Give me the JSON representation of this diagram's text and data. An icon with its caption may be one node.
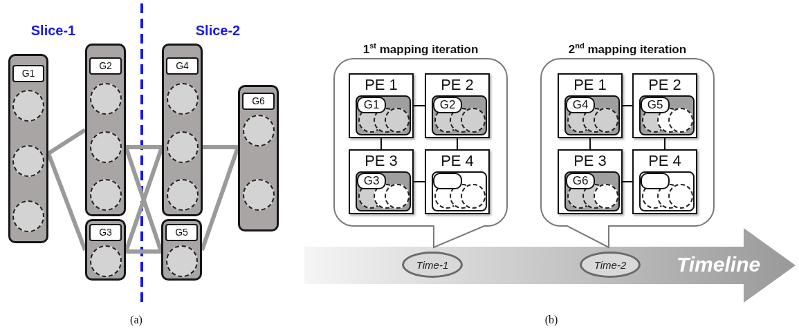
{
  "diagram": {
    "nodes": [
      {
        "text": [
          "G1"
        ]
      },
      {
        "text": [
          "G2"
        ]
      },
      {
        "text": [
          "G3"
        ]
      },
      {
        "text": [
          "G4"
        ]
      },
      {
        "text": [
          "G5"
        ]
      },
      {
        "text": [
          "G6"
        ]
      },
      {
        "text": [
          "1$^{st}$ mapping iteration"
        ]
      },
      {
        "text": [
          "PE 1"
        ],
        "in": 6
      },
      {
        "text": [
          "G1"
        ],
        "in": 7
      },
      {
        "text": [
          "PE 2"
        ],
        "in": 6
      },
      {
        "text": [
          "G2"
        ],
        "in": 9
      },
      {
        "text": [
          "PE 3"
        ],
        "in": 6
      },
      {
        "text": [
          "G3"
        ],
        "in": 11
      },
      {
        "text": [
          "PE 4"
        ],
        "in": 6
      },
      {
        "text": [],
        "shape": "box",
        "in": 13
      },
      {
        "text": [
          "2$^{nd}$ mapping iteration"
        ]
      },
      {
        "text": [
          "PE 1"
        ],
        "in": 15
      },
      {
        "text": [
          "G4"
        ],
        "in": 16
      },
      {
        "text": [
          "PE 2"
        ],
        "in": 15
      },
      {
        "text": [
          "G5"
        ],
        "in": 18
      },
      {
        "text": [
          "PE 3"
        ],
        "in": 15
      },
      {
        "text": [
          "G6"
        ],
        "in": 20
      },
      {
        "text": [
          "PE 4"
        ],
        "in": 15
      },
      {
        "text": [],
        "shape": "box",
        "in": 22
      },
      {
        "text": [
          "Timeline"
        ]
      },
      {
        "text": [
          "Time-1"
        ],
        "in": 24
      },
      {
        "text": [
          "Time-2"
        ],
        "in": 24
      }
    ],
    "edges": [
      {
        "from": 0,
        "to": 1,
        "arrow": "none",
        "style": "thick",
        "color": "#9a9a9a"
      },
      {
        "from": 0,
        "to": 2,
        "arrow": "none",
        "style": "thick",
        "color": "#9a9a9a"
      },
      {
        "from": 1,
        "to": 3,
        "arrow": "none",
        "style": "thick",
        "color": "#9a9a9a"
      },
      {
        "from": 1,
        "to": 4,
        "arrow": "none",
        "style": "thick",
        "color": "#9a9a9a"
      },
      {
        "from": 2,
        "to": 3,
        "arrow": "none",
        "style": "thick",
        "color": "#9a9a9a"
      },
      {
        "from": 2,
        "to": 4,
        "arrow": "none",
        "style": "thick",
        "color": "#9a9a9a"
      },
      {
        "from": 3,
        "to": 5,
        "arrow": "none",
        "style": "thick",
        "color": "#9a9a9a"
      },
      {
        "from": 4,
        "to": 5,
        "arrow": "none",
        "style": "thick",
        "color": "#9a9a9a"
      },
      {
        "from": 7,
        "to": 9,
        "arrow": "none",
        "color": "#111111"
      },
      {
        "from": 7,
        "to": 11,
        "arrow": "none",
        "color": "#111111"
      },
      {
        "from": 9,
        "to": 13,
        "arrow": "none",
        "color": "#111111"
      },
      {
        "from": 11,
        "to": 13,
        "arrow": "none",
        "color": "#111111"
      },
      {
        "from": 16,
        "to": 18,
        "arrow": "none",
        "color": "#111111"
      },
      {
        "from": 16,
        "to": 20,
        "arrow": "none",
        "color": "#111111"
      },
      {
        "from": 18,
        "to": 22,
        "arrow": "none",
        "color": "#111111"
      },
      {
        "from": 20,
        "to": 22,
        "arrow": "none",
        "color": "#111111"
      }
    ],
    "labels": [
      "Slice-1",
      "Slice-2",
      "(a)",
      "(b)"
    ]
  }
}
